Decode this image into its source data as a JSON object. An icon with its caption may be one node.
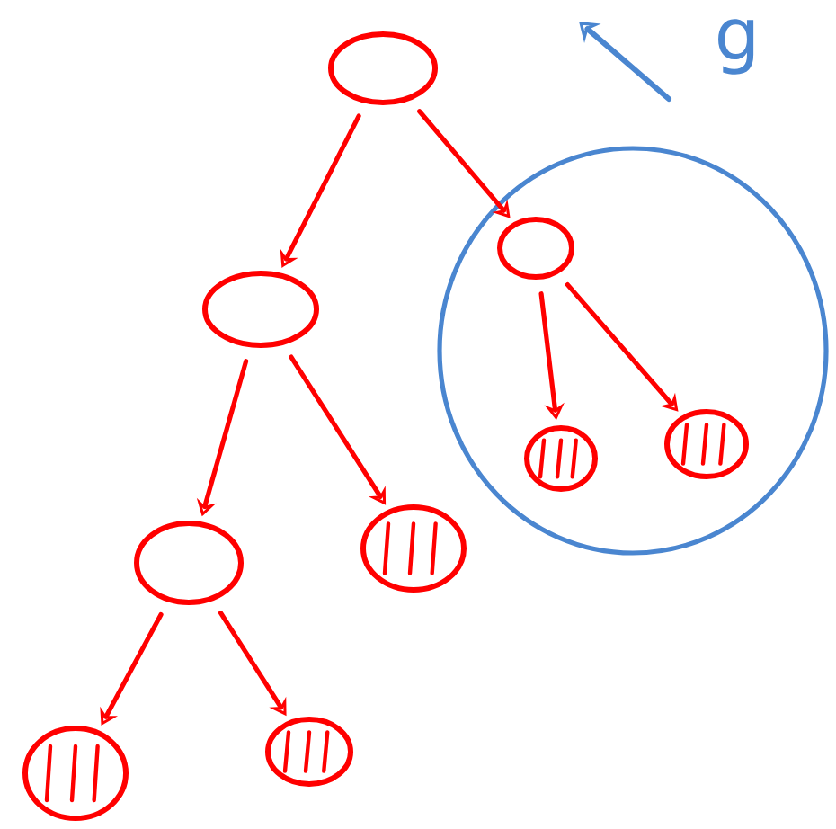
{
  "diagram": {
    "nodes": [
      {
        "text": [],
        "shape": "circle"
      },
      {
        "text": [],
        "shape": "circle"
      },
      {
        "text": [],
        "shape": "circle",
        "in": 1
      },
      {
        "text": [],
        "shape": "circle"
      },
      {
        "text": [],
        "shape": "circle",
        "in": 1
      },
      {
        "text": [],
        "shape": "circle",
        "in": 1
      },
      {
        "text": [],
        "shape": "circle"
      },
      {
        "text": [],
        "shape": "circle"
      },
      {
        "text": [],
        "shape": "circle"
      },
      {
        "text": [],
        "shape": "circle"
      }
    ],
    "edges": [
      {
        "from": 0,
        "to": 3,
        "arrow": "to"
      },
      {
        "from": 0,
        "to": 2,
        "arrow": "to"
      },
      {
        "from": 2,
        "to": 4,
        "arrow": "to"
      },
      {
        "from": 2,
        "to": 5,
        "arrow": "to"
      },
      {
        "from": 3,
        "to": 7,
        "arrow": "to"
      },
      {
        "from": 3,
        "to": 6,
        "arrow": "to"
      },
      {
        "from": 7,
        "to": 8,
        "arrow": "to"
      },
      {
        "from": 7,
        "to": 9,
        "arrow": "to"
      }
    ],
    "labels": [
      "g"
    ]
  }
}
